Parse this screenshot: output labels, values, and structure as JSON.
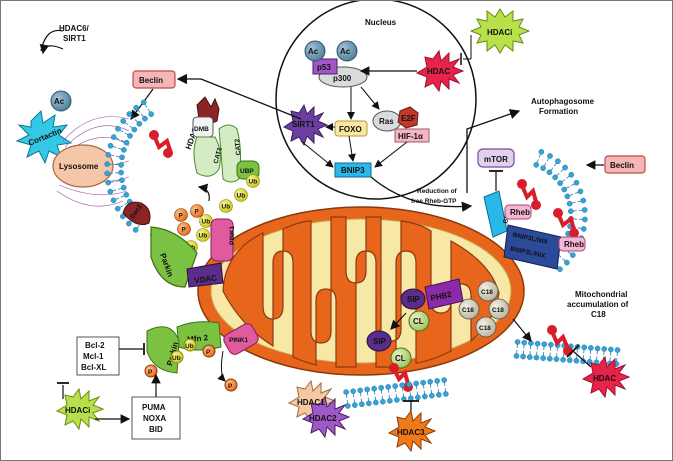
{
  "nucleus": {
    "title": "Nucleus",
    "ac1": "Ac",
    "ac2": "Ac",
    "p53": "p53",
    "p300": "p300",
    "hdac": "HDAC",
    "ras": "Ras",
    "e2f": "E2F",
    "hif": "HIF-1α",
    "sirt1": "SIRT1",
    "foxo": "FOXO",
    "bnip3": "BNIP3"
  },
  "hdaci_top": "HDACi",
  "beclin_left": "Beclin",
  "beclin_right": "Beclin",
  "hdac6_sirt1": [
    "HDAC6/",
    "SIRT1"
  ],
  "cortactin": "Cortactin",
  "ac_cortactin": "Ac",
  "lysosome": "Lysosome",
  "hdac6": "HDAC6",
  "dmb": "DMB",
  "cat1": "CAT1",
  "cat2": "CAT2",
  "ubp": "UBP",
  "ub": "Ub",
  "p": "P",
  "dac2": "Dac2",
  "parkin": "Parkin",
  "pink1": "PINK1",
  "vdac": "VDAC",
  "autophagosome": [
    "Autophagosome",
    "Formation"
  ],
  "mtor": "mTOR",
  "reduction": [
    "Reduction of",
    "free Rheb-GTP"
  ],
  "bnip3_mito": "BNIP3",
  "rheb": "Rheb",
  "bnip3l": [
    "BNIP3L/NIX",
    "BNIP3L/NIX"
  ],
  "mito_accum": [
    "Mitochondrial",
    "accumulation of",
    "C18"
  ],
  "c18": "C18",
  "hdac_right": "HDAC",
  "sip": "SIP",
  "phb2": "PHB2",
  "cl": "CL",
  "bcl": [
    "Bcl-2",
    "Mcl-1",
    "Bcl-XL"
  ],
  "mfn2": "Mfn 2",
  "hdaci_bottom": "HDACi",
  "puma": [
    "PUMA",
    "NOXA",
    "BID"
  ],
  "hdac1": "HDAC1",
  "hdac2": "HDAC2",
  "hdac3": "HDAC3",
  "colors": {
    "mito_outer": "#e8651c",
    "mito_inner": "#f7e8a6",
    "hdac_star": "#e8234a",
    "hdaci_star": "#b8e04a",
    "beclin": "#f4b6b6",
    "bnip3": "#2ab8e8",
    "parkin": "#7cc242",
    "pink1": "#e05aa0",
    "ub": "#d8d81a",
    "p_dot": "#f07a1a",
    "cortactin": "#35c8e6",
    "lysosome": "#f5c7a8",
    "membrane": "#34a3d8",
    "receptor": "#d81e2a",
    "foxo": "#fbe7a0",
    "sirt1": "#6b3fa0"
  }
}
